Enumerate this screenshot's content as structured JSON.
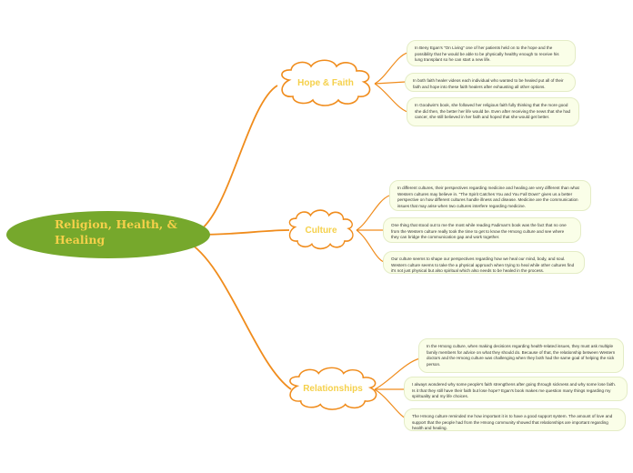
{
  "root": {
    "line1": "Religion, Health, &",
    "line2": "Healing"
  },
  "branches": [
    {
      "label": "Hope & Faith",
      "notes": [
        "In Beny Egan's \"On Living\" one of her patients held on to the hope and the possibility that he would be able to be physically healthy enough to receive his lung transplant so he can start a new life.",
        "In both faith healer videos each individual who wanted to be healed put all of their faith and hope into these faith healers after exhausting all other options.",
        "In Goodwin's book, she followed her religious faith fully thinking that the more good she did then, the better her life would be. Even after receiving the news that she had cancer, she still believed in her faith and hoped that she would get better."
      ]
    },
    {
      "label": "Culture",
      "notes": [
        "In different cultures, their perspectives regarding medicine and healing are very different than what Western cultures may believe in. \"The Spirit Catches You and You Fall Down\" gives us a better perspective on how different cultures handle illness and disease. Medicine are the communication issues that may arise when two cultures interfere regarding medicine.",
        "One thing that stood out to me the most while reading Fadiman's book was the fact that no one from the Western culture really took the time to get to know the Hmong culture and see where they can bridge the communication gap and work together.",
        "Our culture seems to shape our perspectives regarding how we heal our mind, body, and soul. Western culture seems to take the a physical approach when trying to heal while other cultures find it's not just physical but also spiritual which also needs to be healed in the process."
      ]
    },
    {
      "label": "Relationships",
      "notes": [
        "In the Hmong culture, when making decisions regarding health-related issues, they must ask multiple family members for advice on what they should do. Because of that, the relationship between Western doctors and the Hmong culture was challenging when they both had the same goal of helping the sick person.",
        "I always wondered why some people's faith strengthens after going through sickness and why some lose faith. Is it that they still have their faith but lose hope? Egan's book makes me question many things regarding my spirituality and my life choices.",
        "The Hmong culture reminded me how important it is to have a good support system. The amount of love and support that the people had from the Hmong community showed that relationships are important regarding health and healing."
      ]
    }
  ],
  "colors": {
    "root_fill": "#76a82c",
    "branch_fill": "#ffffff",
    "connector": "#f08c1c",
    "label_text": "#f5d04a",
    "note_fill": "#fafee8",
    "note_border": "#e4ecc6",
    "note_text": "#333333"
  }
}
